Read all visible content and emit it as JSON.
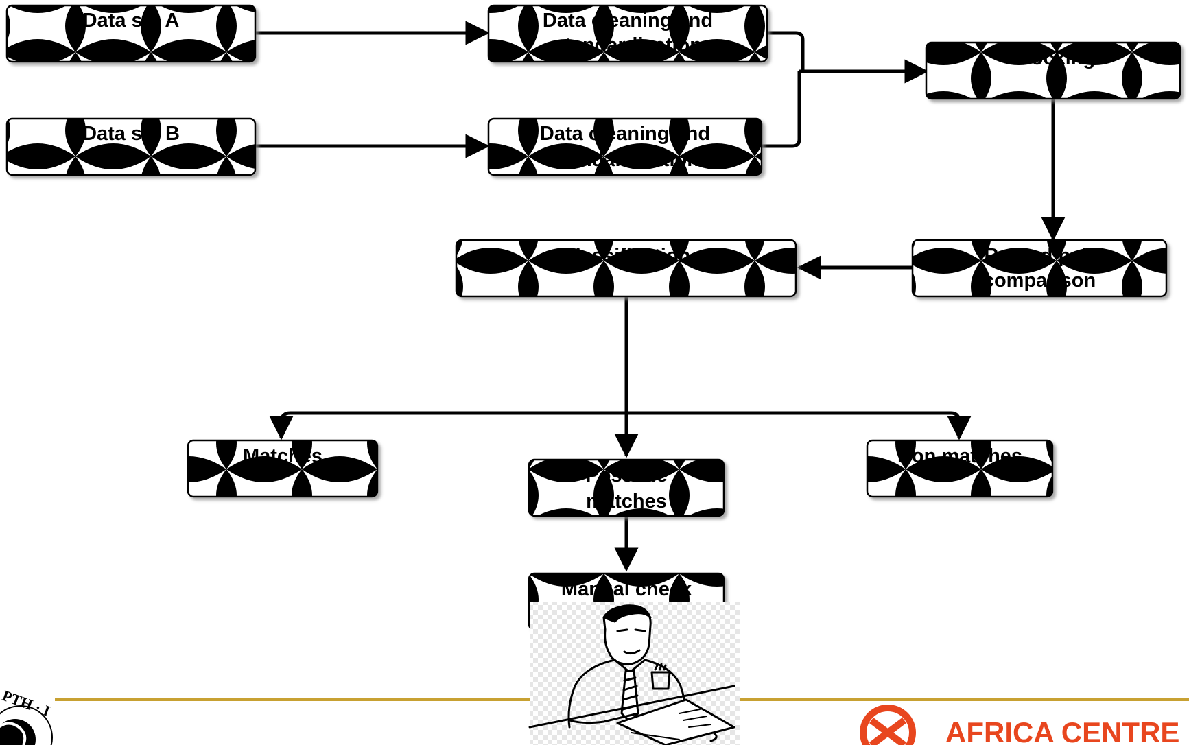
{
  "diagram": {
    "nodes": {
      "data_set_a": "Data set A",
      "data_set_b": "Data set B",
      "cleaning_a_line1": "Data cleaning and",
      "cleaning_a_line2": "standardisation",
      "cleaning_b_line1": "Data cleaning and",
      "cleaning_b_line2": "standardisation",
      "blocking": "Blocking",
      "record_pair_line1": "Record pair",
      "record_pair_line2": "comparison",
      "classification": "Classification",
      "matches": "Matches",
      "possible_line1": "Possible",
      "possible_line2": "matches",
      "non_matches": "Non matches",
      "manual_check": "Manual check"
    }
  },
  "footer": {
    "logo_right": "AFRICA CENTRE",
    "logo_left_partial": "PTH · I"
  },
  "colors": {
    "rule": "#c8a132",
    "brand": "#e8461e",
    "node_border": "#000000",
    "pattern_fill": "#000000"
  },
  "icons": {
    "illustration": "man-reading-papers-illustration",
    "right_logo": "africa-centre-logo-icon",
    "left_logo": "institution-seal-icon"
  }
}
